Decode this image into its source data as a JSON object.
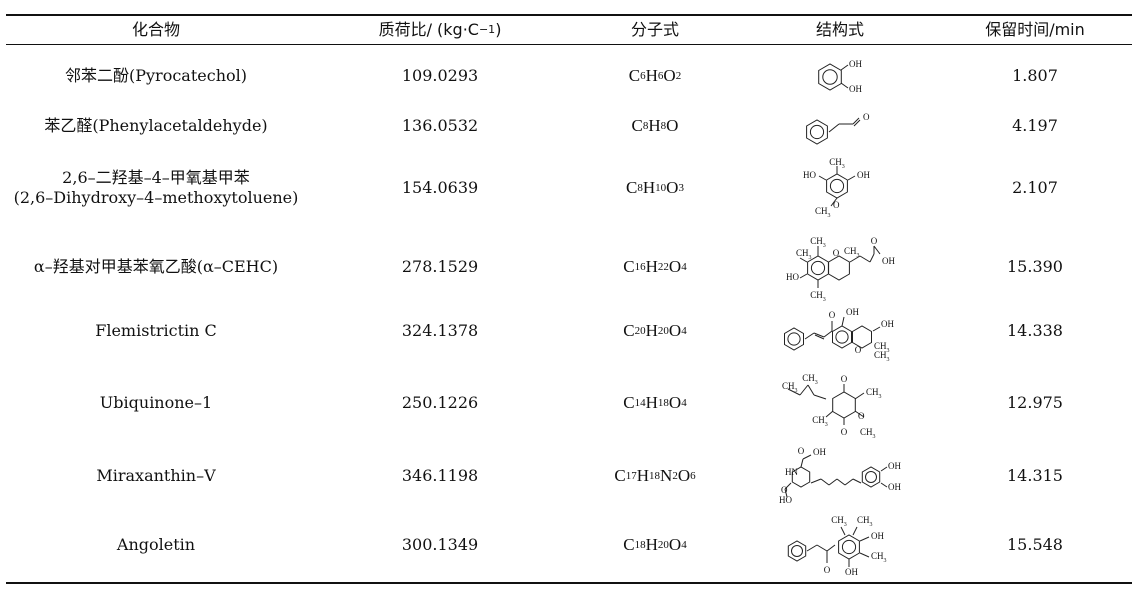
{
  "table": {
    "headers": {
      "compound": "化合物",
      "mass_prefix": "质荷比/ (kg·C",
      "mass_exp": "−1",
      "mass_suffix": ")",
      "formula": "分子式",
      "structure": "结构式",
      "retention": "保留时间/min"
    },
    "rows": [
      {
        "name_lines": [
          "邻苯二酚(Pyrocatechol)"
        ],
        "mass": "109.0293",
        "formula": [
          [
            "C",
            ""
          ],
          [
            "",
            "6"
          ],
          [
            "H",
            ""
          ],
          [
            "",
            "6"
          ],
          [
            "O",
            ""
          ],
          [
            "",
            "2"
          ]
        ],
        "structure": "pyrocatechol-structure",
        "retention": "1.807",
        "labels": [
          "OH",
          "OH"
        ]
      },
      {
        "name_lines": [
          "苯乙醛(Phenylacetaldehyde)"
        ],
        "mass": "136.0532",
        "formula": [
          [
            "C",
            ""
          ],
          [
            "",
            "8"
          ],
          [
            "H",
            ""
          ],
          [
            "",
            "8"
          ],
          [
            "O",
            ""
          ]
        ],
        "structure": "phenylacetaldehyde-structure",
        "retention": "4.197",
        "labels": [
          "O"
        ]
      },
      {
        "name_lines": [
          "2,6–二羟基–4–甲氧基甲苯",
          "(2,6–Dihydroxy–4–methoxytoluene)"
        ],
        "mass": "154.0639",
        "formula": [
          [
            "C",
            ""
          ],
          [
            "",
            "8"
          ],
          [
            "H",
            ""
          ],
          [
            "",
            "10"
          ],
          [
            "O",
            ""
          ],
          [
            "",
            "3"
          ]
        ],
        "structure": "dihydroxy-methoxytoluene-structure",
        "retention": "2.107",
        "labels": [
          "HO",
          "CH3",
          "OH",
          "CH3",
          "O"
        ]
      },
      {
        "name_lines": [
          "α–羟基对甲基苯氧乙酸(α–CEHC)"
        ],
        "mass": "278.1529",
        "formula": [
          [
            "C",
            ""
          ],
          [
            "",
            "16"
          ],
          [
            "H",
            ""
          ],
          [
            "",
            "22"
          ],
          [
            "O",
            ""
          ],
          [
            "",
            "4"
          ]
        ],
        "structure": "alpha-cehc-structure",
        "retention": "15.390",
        "labels": [
          "CH3",
          "CH3",
          "CH3",
          "O",
          "O",
          "OH",
          "HO",
          "CH3"
        ]
      },
      {
        "name_lines": [
          "Flemistrictin C"
        ],
        "mass": "324.1378",
        "formula": [
          [
            "C",
            ""
          ],
          [
            "",
            "20"
          ],
          [
            "H",
            ""
          ],
          [
            "",
            "20"
          ],
          [
            "O",
            ""
          ],
          [
            "",
            "4"
          ]
        ],
        "structure": "flemistrictin-c-structure",
        "retention": "14.338",
        "labels": [
          "O",
          "OH",
          "OH",
          "O",
          "CH3",
          "CH3"
        ]
      },
      {
        "name_lines": [
          "Ubiquinone–1"
        ],
        "mass": "250.1226",
        "formula": [
          [
            "C",
            ""
          ],
          [
            "",
            "14"
          ],
          [
            "H",
            ""
          ],
          [
            "",
            "18"
          ],
          [
            "O",
            ""
          ],
          [
            "",
            "4"
          ]
        ],
        "structure": "ubiquinone-1-structure",
        "retention": "12.975",
        "labels": [
          "CH3",
          "CH3",
          "O",
          "CH3",
          "CH3",
          "O",
          "O",
          "CH3"
        ]
      },
      {
        "name_lines": [
          "Miraxanthin–V"
        ],
        "mass": "346.1198",
        "formula": [
          [
            "C",
            ""
          ],
          [
            "",
            "17"
          ],
          [
            "H",
            ""
          ],
          [
            "",
            "18"
          ],
          [
            "N",
            ""
          ],
          [
            "",
            "2"
          ],
          [
            "O",
            ""
          ],
          [
            "",
            "6"
          ]
        ],
        "structure": "miraxanthin-v-structure",
        "retention": "14.315",
        "labels": [
          "O",
          "OH",
          "HN",
          "O",
          "HO",
          "OH",
          "OH"
        ]
      },
      {
        "name_lines": [
          "Angoletin"
        ],
        "mass": "300.1349",
        "formula": [
          [
            "C",
            ""
          ],
          [
            "",
            "18"
          ],
          [
            "H",
            ""
          ],
          [
            "",
            "20"
          ],
          [
            "O",
            ""
          ],
          [
            "",
            "4"
          ]
        ],
        "structure": "angoletin-structure",
        "retention": "15.548",
        "labels": [
          "CH3",
          "CH3",
          "OH",
          "CH3",
          "O",
          "OH"
        ]
      }
    ]
  }
}
